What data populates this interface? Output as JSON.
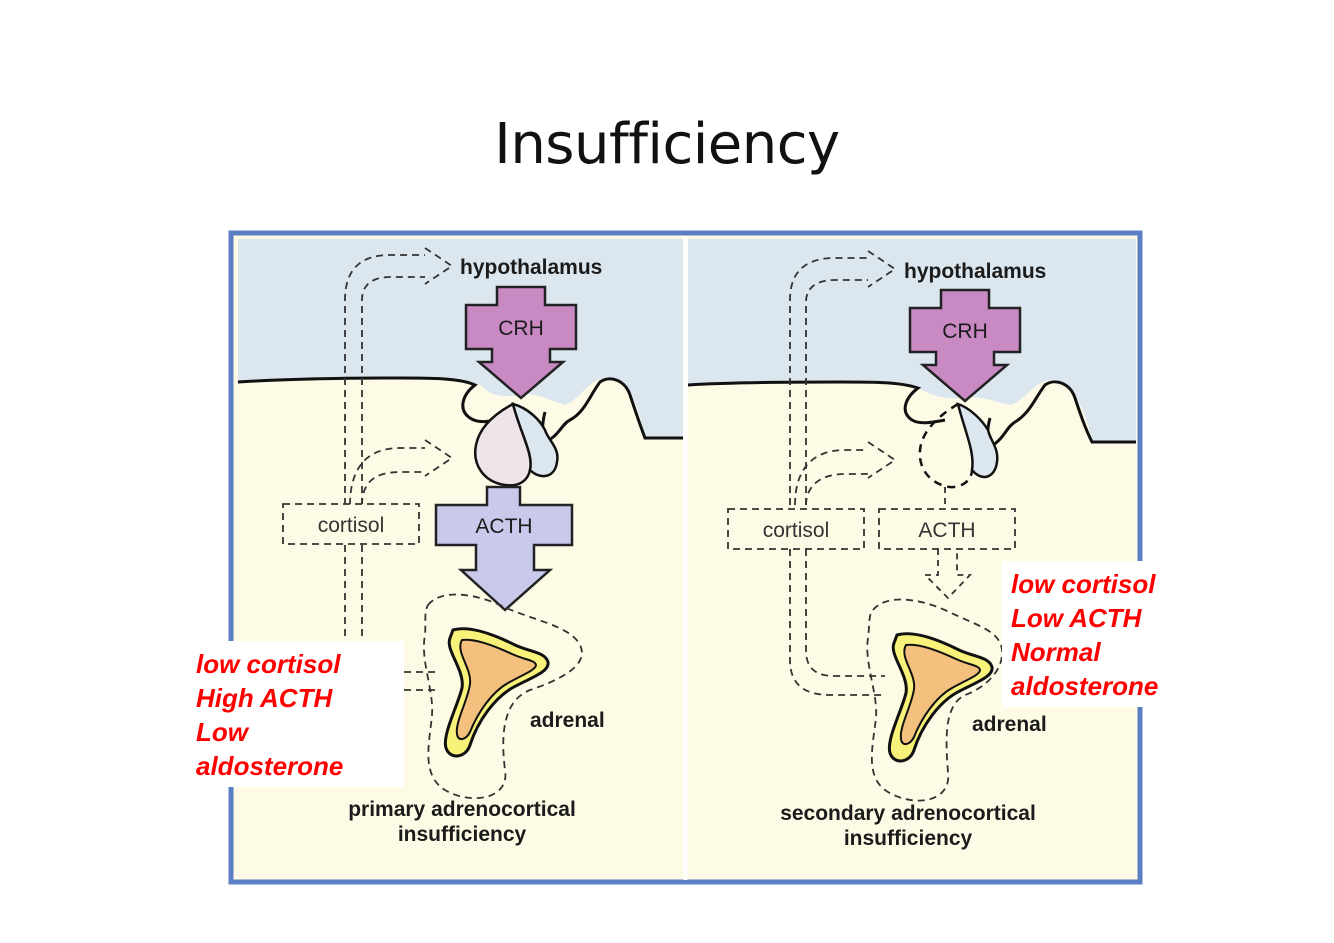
{
  "slide": {
    "title": "Insufficiency"
  },
  "colors": {
    "frame": "#5b7fc4",
    "brain": "#dbe6ee",
    "body": "#fdfbe6",
    "crh": "#c98ac4",
    "acth": "#c9c9ec",
    "adrenal_outer": "#f8f27a",
    "adrenal_inner": "#f3c07e",
    "note_text": "#ff0000"
  },
  "left_panel": {
    "hypothalamus_label": "hypothalamus",
    "crh_label": "CRH",
    "acth_label": "ACTH",
    "cortisol_label": "cortisol",
    "adrenal_label": "adrenal",
    "caption_line1": "primary adrenocortical",
    "caption_line2": "insufficiency",
    "note": [
      "low cortisol",
      "High ACTH",
      "Low",
      "aldosterone"
    ]
  },
  "right_panel": {
    "hypothalamus_label": "hypothalamus",
    "crh_label": "CRH",
    "acth_label": "ACTH",
    "cortisol_label": "cortisol",
    "adrenal_label": "adrenal",
    "caption_line1": "secondary adrenocortical",
    "caption_line2": "insufficiency",
    "note": [
      "low cortisol",
      "Low ACTH",
      "Normal",
      "aldosterone"
    ]
  }
}
